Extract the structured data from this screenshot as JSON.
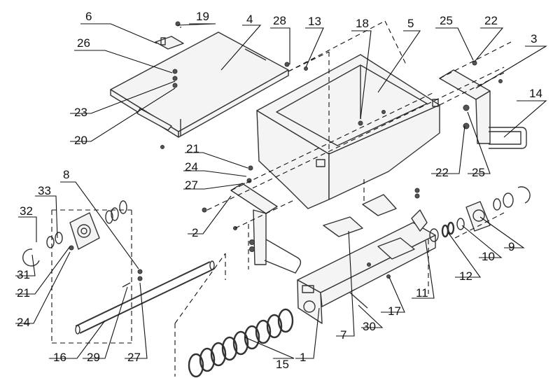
{
  "callouts": [
    {
      "id": "c6",
      "label": "6"
    },
    {
      "id": "c19",
      "label": "19"
    },
    {
      "id": "c4",
      "label": "4"
    },
    {
      "id": "c28",
      "label": "28"
    },
    {
      "id": "c13",
      "label": "13"
    },
    {
      "id": "c18",
      "label": "18"
    },
    {
      "id": "c5",
      "label": "5"
    },
    {
      "id": "c25a",
      "label": "25"
    },
    {
      "id": "c22a",
      "label": "22"
    },
    {
      "id": "c3",
      "label": "3"
    },
    {
      "id": "c26",
      "label": "26"
    },
    {
      "id": "c14",
      "label": "14"
    },
    {
      "id": "c23",
      "label": "23"
    },
    {
      "id": "c20",
      "label": "20"
    },
    {
      "id": "c22b",
      "label": "22"
    },
    {
      "id": "c25b",
      "label": "25"
    },
    {
      "id": "c21a",
      "label": "21"
    },
    {
      "id": "c24a",
      "label": "24"
    },
    {
      "id": "c27a",
      "label": "27"
    },
    {
      "id": "c2",
      "label": "2"
    },
    {
      "id": "c8",
      "label": "8"
    },
    {
      "id": "c33",
      "label": "33"
    },
    {
      "id": "c32",
      "label": "32"
    },
    {
      "id": "c31",
      "label": "31"
    },
    {
      "id": "c21b",
      "label": "21"
    },
    {
      "id": "c24b",
      "label": "24"
    },
    {
      "id": "c16",
      "label": "16"
    },
    {
      "id": "c29",
      "label": "29"
    },
    {
      "id": "c27b",
      "label": "27"
    },
    {
      "id": "c15",
      "label": "15"
    },
    {
      "id": "c1",
      "label": "1"
    },
    {
      "id": "c7",
      "label": "7"
    },
    {
      "id": "c30",
      "label": "30"
    },
    {
      "id": "c17",
      "label": "17"
    },
    {
      "id": "c11",
      "label": "11"
    },
    {
      "id": "c12",
      "label": "12"
    },
    {
      "id": "c10",
      "label": "10"
    },
    {
      "id": "c9",
      "label": "9"
    }
  ]
}
